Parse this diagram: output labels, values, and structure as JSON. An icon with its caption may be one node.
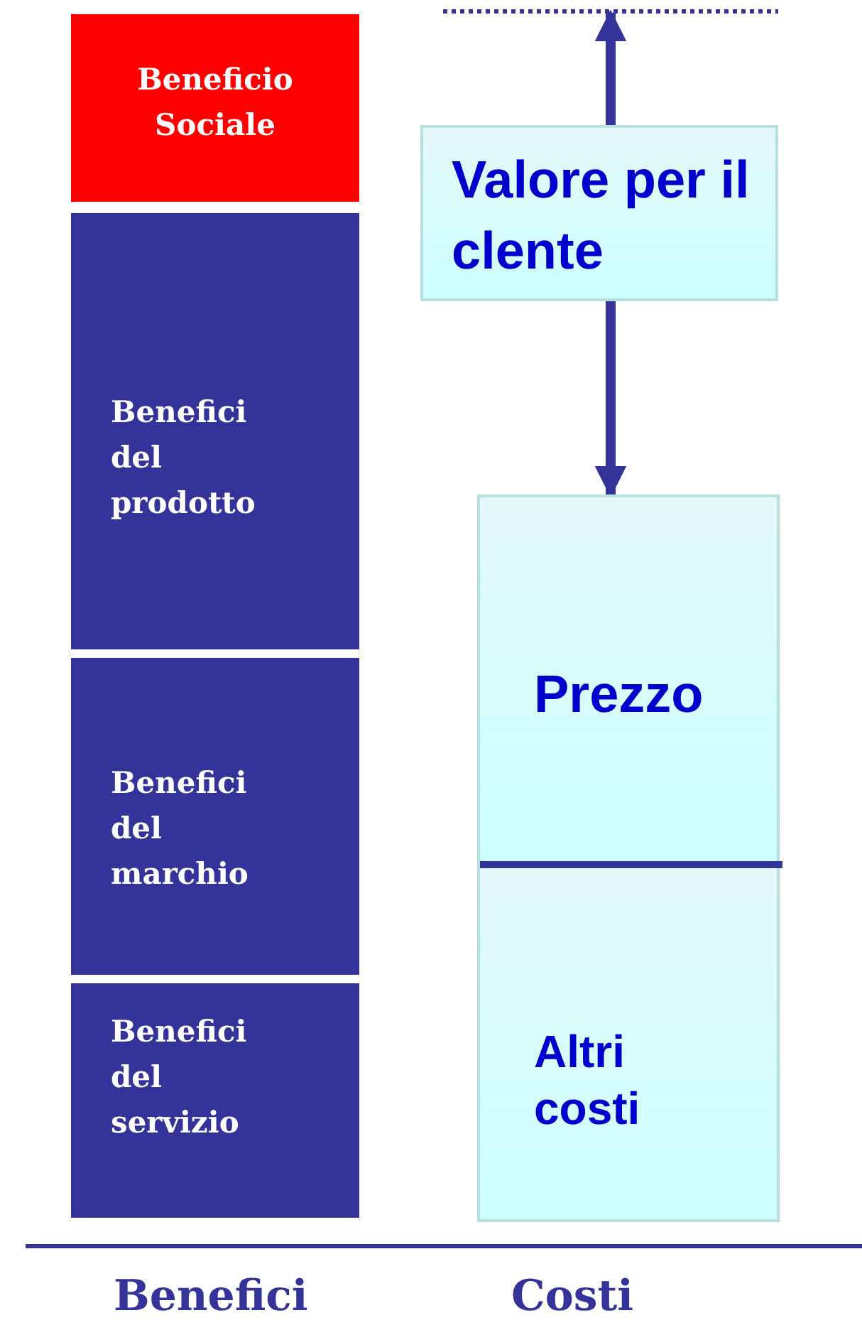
{
  "diagram": {
    "nodes": [
      {
        "text": [
          "Beneficio Sociale"
        ]
      },
      {
        "text": [
          "Benefici del prodotto"
        ]
      },
      {
        "text": [
          "Benefici del marchio"
        ]
      },
      {
        "text": [
          "Benefici del servizio"
        ]
      },
      {
        "text": [
          "Valore per il clente"
        ]
      },
      {
        "text": [
          "Prezzo"
        ]
      },
      {
        "text": [
          "Altri costi"
        ]
      }
    ],
    "edges": [
      {
        "from": 4,
        "to": null,
        "arrow": "to"
      },
      {
        "from": 4,
        "to": 5,
        "arrow": "to"
      }
    ],
    "labels": [
      "Benefici",
      "Costi"
    ]
  }
}
